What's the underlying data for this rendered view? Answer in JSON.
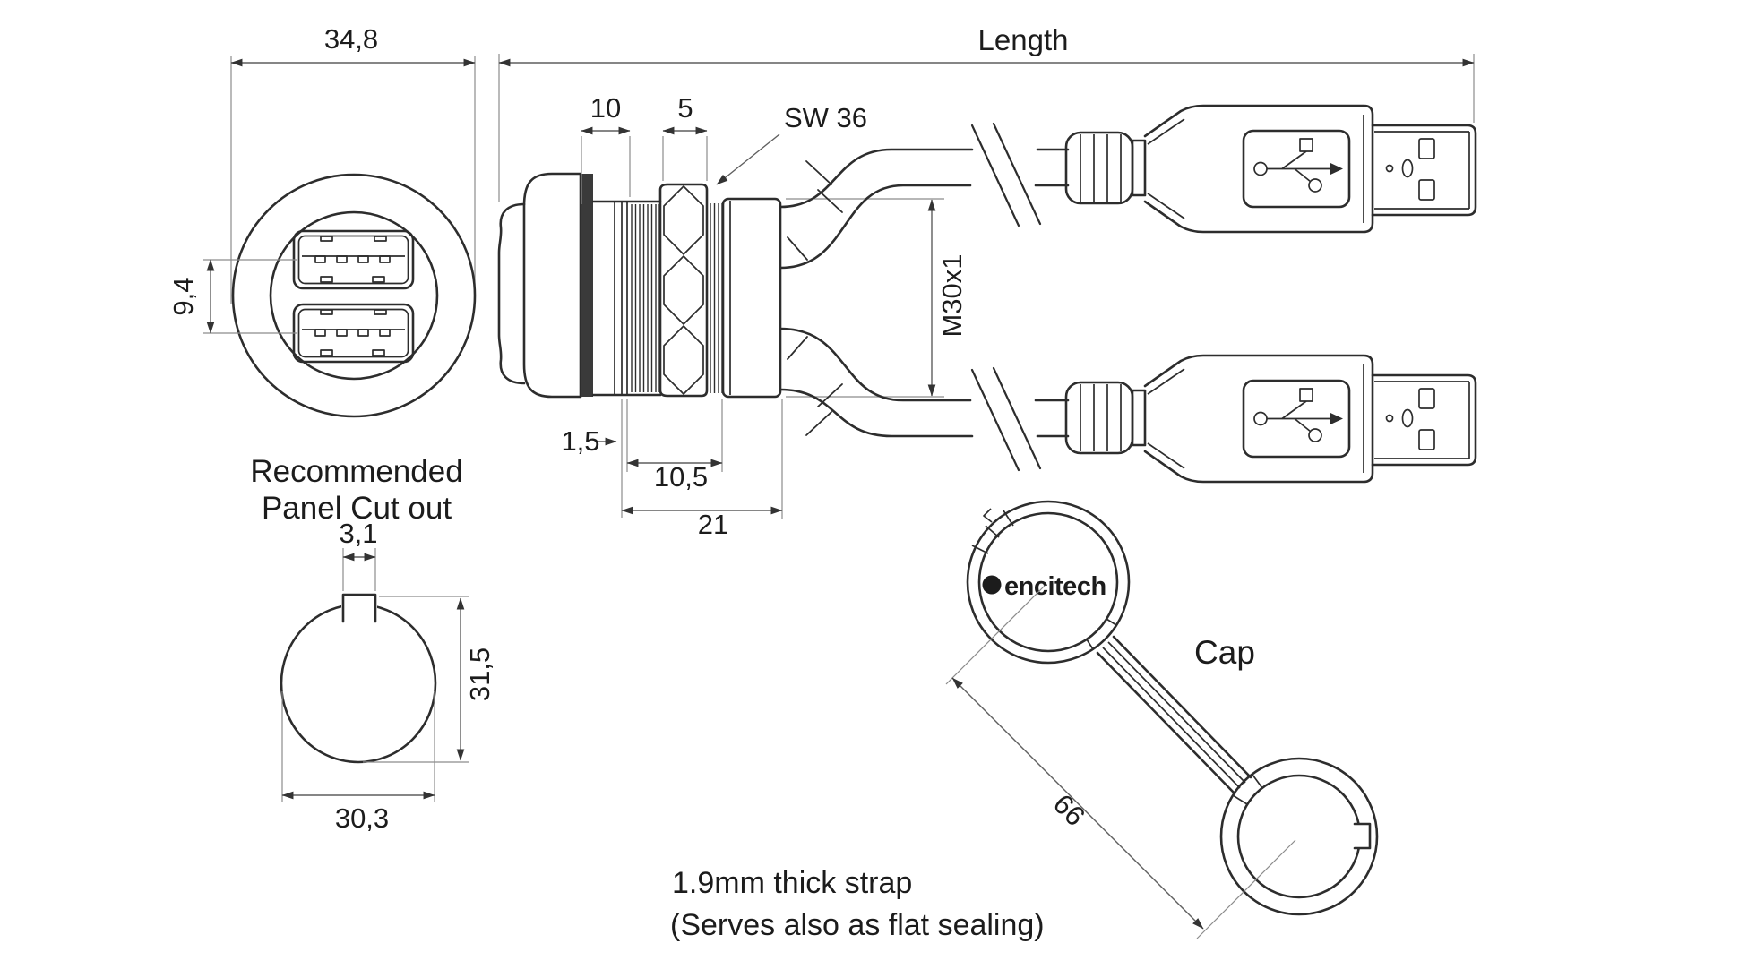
{
  "front_view": {
    "dim_width": "34,8",
    "dim_port_pitch": "9,4"
  },
  "panel_cutout": {
    "title_line1": "Recommended",
    "title_line2": "Panel Cut out",
    "dim_notch_width": "3,1",
    "dim_height": "31,5",
    "dim_width": "30,3"
  },
  "side_view": {
    "dim_length_label": "Length",
    "dim_flange_depth": "10",
    "dim_nut_width": "5",
    "wrench_size_label": "SW 36",
    "dim_lip_thickness": "1,5",
    "dim_thread_length": "10,5",
    "dim_body_length": "21",
    "thread_spec": "M30x1"
  },
  "cap_assembly": {
    "brand": "encitech",
    "label": "Cap",
    "dim_strap_length": "66"
  },
  "notes": {
    "line1": "1.9mm thick strap",
    "line2": "(Serves also as flat sealing)"
  },
  "colors": {
    "object_line": "#2d2d2d",
    "dimension_line": "#5f5f5f",
    "background": "#ffffff"
  }
}
